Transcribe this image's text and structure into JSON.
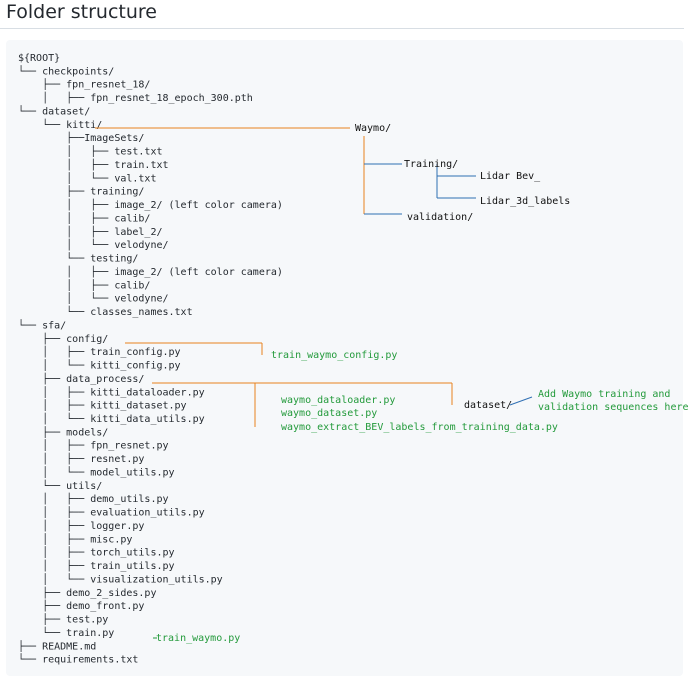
{
  "heading": "Folder structure",
  "colors": {
    "tree_text": "#24292f",
    "orange": "#e8821e",
    "blue": "#2f6fb3",
    "green": "#239a3b",
    "annotation": "#111111",
    "codebox": "#f6f8fa"
  },
  "tree": [
    "${ROOT}",
    "└── checkpoints/",
    "    ├── fpn_resnet_18/",
    "    │   ├── fpn_resnet_18_epoch_300.pth",
    "└── dataset/",
    "    └── kitti/",
    "        ├──ImageSets/",
    "        │   ├── test.txt",
    "        │   ├── train.txt",
    "        │   └── val.txt",
    "        ├── training/",
    "        │   ├── image_2/ (left color camera)",
    "        │   ├── calib/",
    "        │   ├── label_2/",
    "        │   └── velodyne/",
    "        └── testing/",
    "        │   ├── image_2/ (left color camera)",
    "        │   ├── calib/",
    "        │   └── velodyne/",
    "        └── classes_names.txt",
    "└── sfa/",
    "    ├── config/",
    "    │   ├── train_config.py",
    "    │   └── kitti_config.py",
    "    ├── data_process/",
    "    │   ├── kitti_dataloader.py",
    "    │   ├── kitti_dataset.py",
    "    │   └── kitti_data_utils.py",
    "    ├── models/",
    "    │   ├── fpn_resnet.py",
    "    │   ├── resnet.py",
    "    │   └── model_utils.py",
    "    └── utils/",
    "    │   ├── demo_utils.py",
    "    │   ├── evaluation_utils.py",
    "    │   ├── logger.py",
    "    │   ├── misc.py",
    "    │   ├── torch_utils.py",
    "    │   ├── train_utils.py",
    "    │   └── visualization_utils.py",
    "    ├── demo_2_sides.py",
    "    ├── demo_front.py",
    "    ├── test.py",
    "    └── train.py",
    "├── README.md",
    "└── requirements.txt"
  ],
  "annotations": [
    {
      "id": "waymo",
      "text": "Waymo/",
      "color": "annotation"
    },
    {
      "id": "waymo-training",
      "text": "Training/",
      "color": "annotation"
    },
    {
      "id": "lidar-bev",
      "text": "Lidar Bev_",
      "color": "annotation"
    },
    {
      "id": "lidar-3d-labels",
      "text": "Lidar_3d_labels",
      "color": "annotation"
    },
    {
      "id": "waymo-validation",
      "text": "validation/",
      "color": "annotation"
    },
    {
      "id": "train-waymo-config",
      "text": "train_waymo_config.py",
      "color": "green"
    },
    {
      "id": "waymo-dataloader",
      "text": "waymo_dataloader.py",
      "color": "green"
    },
    {
      "id": "waymo-dataset",
      "text": "waymo_dataset.py",
      "color": "green"
    },
    {
      "id": "waymo-extract-bev",
      "text": "waymo_extract_BEV_labels_from_training_data.py",
      "color": "green"
    },
    {
      "id": "dataset-target",
      "text": "dataset/",
      "color": "annotation"
    },
    {
      "id": "add-waymo-note-1",
      "text": "Add Waymo training and",
      "color": "green"
    },
    {
      "id": "add-waymo-note-2",
      "text": "validation sequences here",
      "color": "green"
    },
    {
      "id": "train-waymo",
      "text": "train_waymo.py",
      "color": "green"
    }
  ]
}
